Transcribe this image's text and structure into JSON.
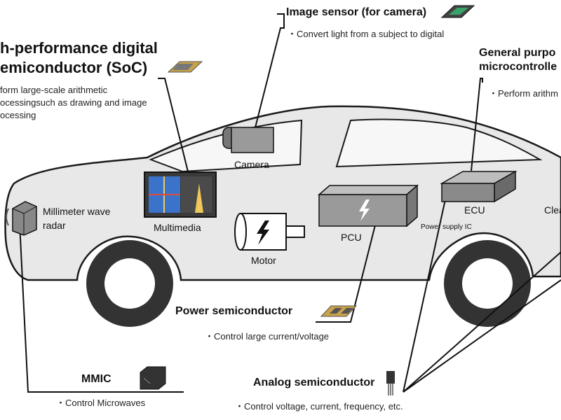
{
  "colors": {
    "car_body": "#e8e8e8",
    "car_outline": "#1a1a1a",
    "window": "#f7f7f7",
    "wheel": "#333333",
    "component_fill": "#9a9a9a",
    "component_dark": "#555555",
    "screen_blue": "#3a73c9",
    "chip_gold": "#c9a24a"
  },
  "soc": {
    "title_line1": "h-performance digital",
    "title_line2": "emiconductor (SoC)",
    "desc_line1": "form large-scale arithmetic",
    "desc_line2": "ocessingsuch as  drawing and image",
    "desc_line3": "ocessing",
    "chip_icon": "soc-chip-icon"
  },
  "image_sensor": {
    "title": "Image sensor (for camera)",
    "desc": "・Convert light from a subject to digital",
    "chip_icon": "image-sensor-chip-icon"
  },
  "microcontroller": {
    "title_line1": "General purpo",
    "title_line2": "microcontrolle",
    "desc": "・Perform arithm"
  },
  "components": {
    "camera": "Camera",
    "multimedia": "Multimedia",
    "radar_line1": "Millimeter wave",
    "radar_line2": "radar",
    "motor": "Motor",
    "pcu": "PCU",
    "ecu": "ECU",
    "power_supply_ic": "Power supply IC",
    "clea": "Clea"
  },
  "power_semiconductor": {
    "title": "Power semiconductor",
    "desc": "・Control large current/voltage",
    "chip_icon": "power-chip-icon"
  },
  "mmic": {
    "title": "MMIC",
    "desc": "・Control Microwaves",
    "chip_icon": "mmic-chip-icon"
  },
  "analog_semiconductor": {
    "title": "Analog semiconductor",
    "desc": "・Control voltage, current, frequency, etc.",
    "chip_icon": "transistor-icon"
  }
}
